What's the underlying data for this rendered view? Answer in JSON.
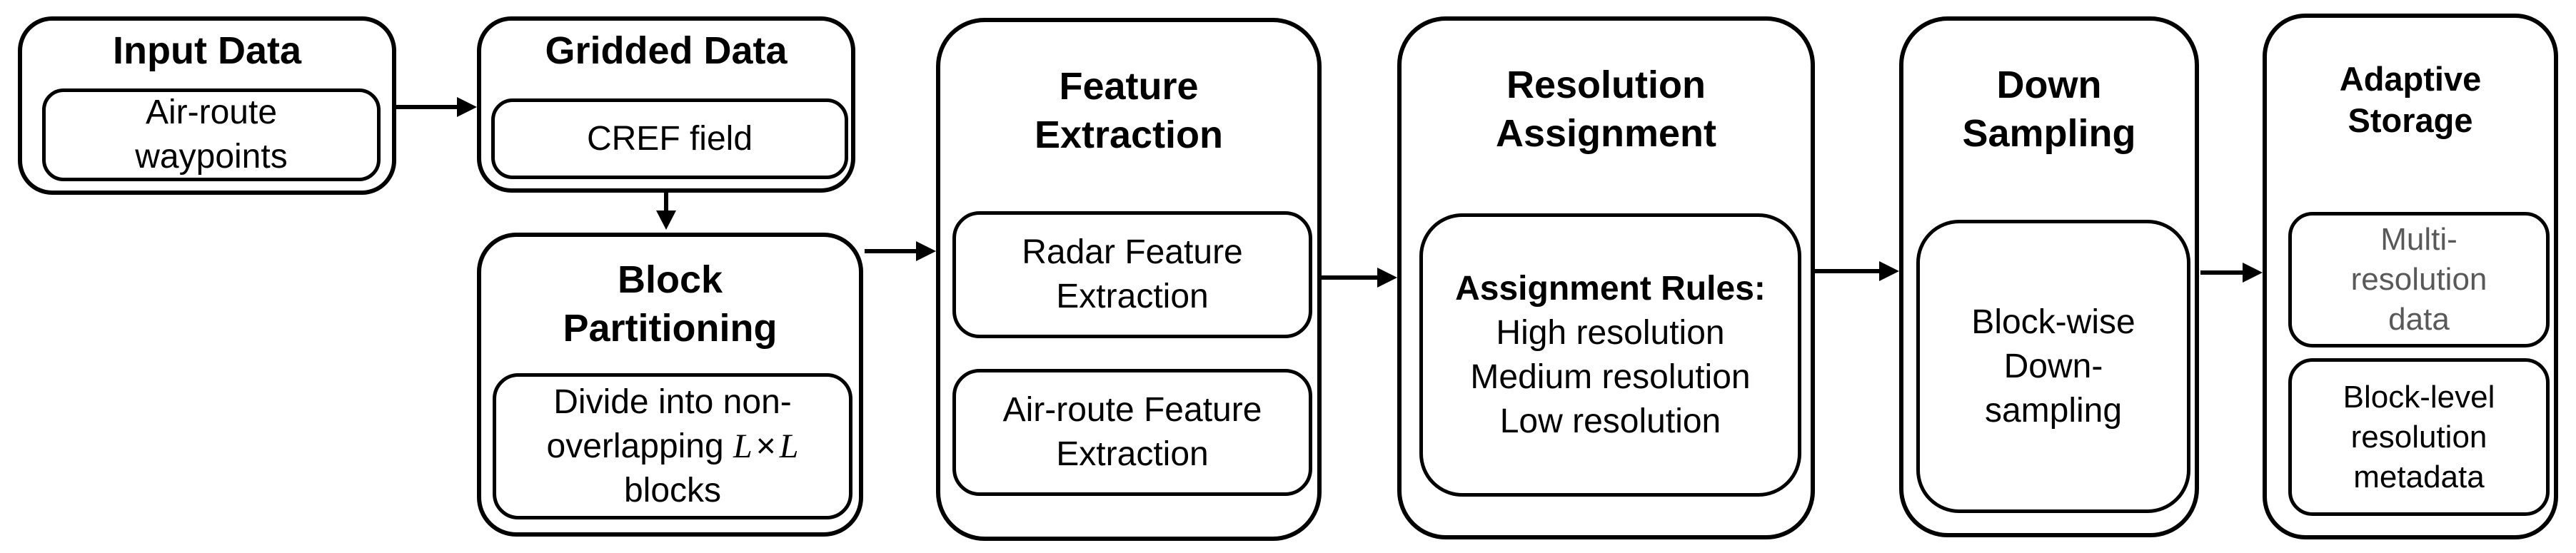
{
  "figure": {
    "type": "flowchart",
    "background_color": "#ffffff",
    "stroke_color": "#000000",
    "muted_text_color": "#595959"
  },
  "nodes": {
    "input_data": {
      "title": "Input Data",
      "item_lines": [
        "Air-route",
        "waypoints"
      ]
    },
    "gridded_data": {
      "title": "Gridded Data",
      "item_lines": [
        "CREF field"
      ]
    },
    "block_partitioning": {
      "title_lines": [
        "Block",
        "Partitioning"
      ],
      "item": {
        "line1": "Divide into non-",
        "line2_text": "overlapping ",
        "line2_var1": "L",
        "line2_times": "×",
        "line2_var2": "L",
        "line3": "blocks"
      }
    },
    "feature_extraction": {
      "title_lines": [
        "Feature",
        "Extraction"
      ],
      "items": [
        [
          "Radar Feature",
          "Extraction"
        ],
        [
          "Air-route Feature",
          "Extraction"
        ]
      ]
    },
    "resolution_assignment": {
      "title_lines": [
        "Resolution",
        "Assignment"
      ],
      "rules_heading": "Assignment Rules:",
      "rules": [
        "High resolution",
        "Medium resolution",
        "Low resolution"
      ]
    },
    "down_sampling": {
      "title_lines": [
        "Down",
        "Sampling"
      ],
      "item_lines": [
        "Block-wise",
        "Down-",
        "sampling"
      ]
    },
    "adaptive_storage": {
      "title_lines": [
        "Adaptive",
        "Storage"
      ],
      "items": [
        [
          "Multi-",
          "resolution",
          "data"
        ],
        [
          "Block-level",
          "resolution",
          "metadata"
        ]
      ]
    }
  }
}
